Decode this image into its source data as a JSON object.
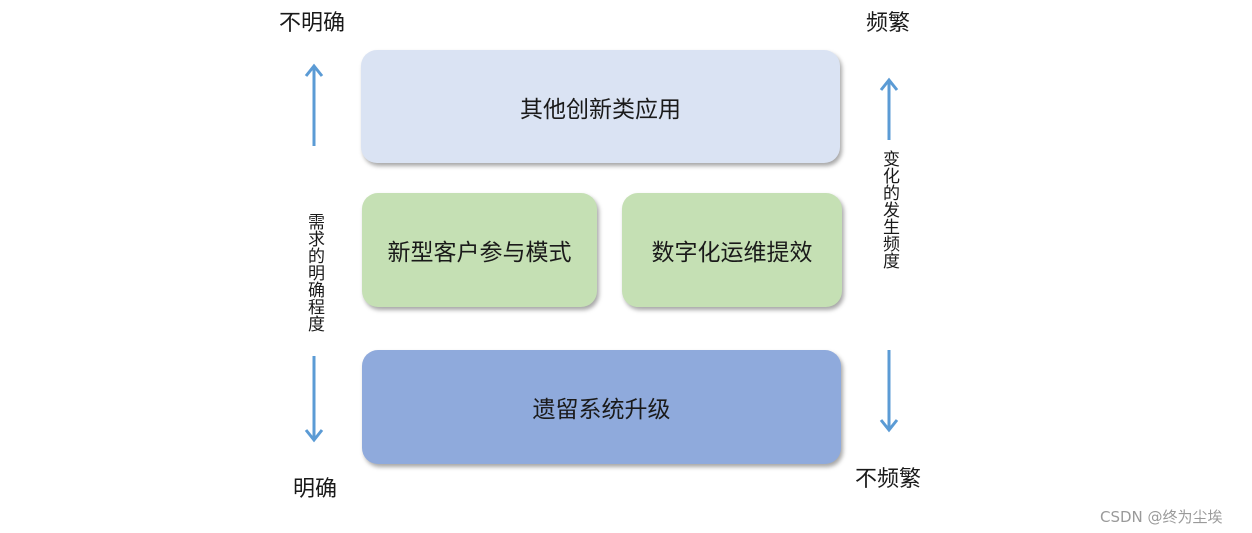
{
  "labels": {
    "top_left": "不明确",
    "bottom_left": "明确",
    "top_right": "频繁",
    "bottom_right": "不频繁",
    "left_axis": "需求的明确程度",
    "right_axis": "变化的发生频度"
  },
  "boxes": {
    "top": "其他创新类应用",
    "middle_left": "新型客户参与模式",
    "middle_right": "数字化运维提效",
    "bottom": "遗留系统升级"
  },
  "watermark": "CSDN @终为尘埃",
  "colors": {
    "top_box": "#dae3f3",
    "middle_boxes": "#c5e0b4",
    "bottom_box": "#8faadc",
    "arrow": "#5b9bd5"
  }
}
